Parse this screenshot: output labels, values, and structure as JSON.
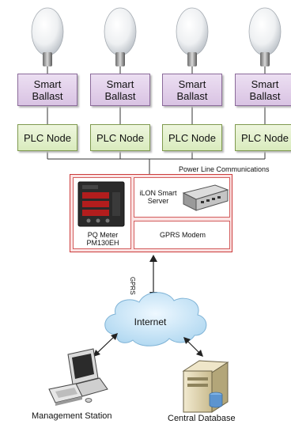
{
  "nodes": {
    "ballast": [
      "Smart",
      "Ballast"
    ],
    "plc": "PLC Node"
  },
  "labels": {
    "power_line": "Power Line Communications",
    "pq_meter": [
      "PQ Meter",
      "PM130EH"
    ],
    "ilon": [
      "iLON Smart",
      "Server"
    ],
    "gprs_modem": "GPRS Modem",
    "gprs_link": "GPRS",
    "internet": "Internet",
    "management": "Management Station",
    "database": "Central Database"
  },
  "colors": {
    "ballast_fill": "#e4d3ec",
    "plc_fill": "#e2efcc",
    "cabinet_border": "#cc3b3b",
    "cloud_fill": "#cfe8f7"
  },
  "icons": [
    "light-bulb-icon",
    "pq-meter-icon",
    "ilon-server-icon",
    "cloud-icon",
    "computer-icon",
    "database-server-icon",
    "double-arrow-icon"
  ]
}
